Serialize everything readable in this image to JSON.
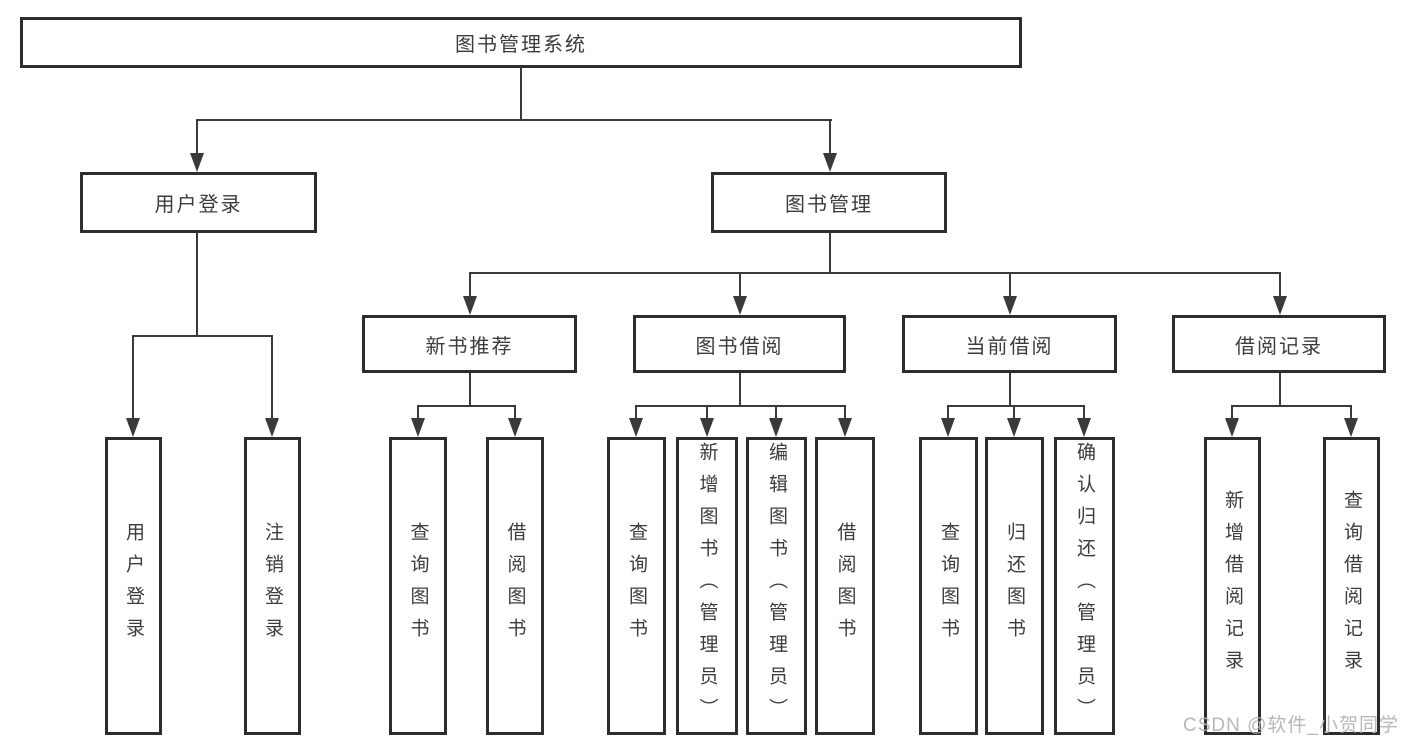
{
  "tree": {
    "label": "图书管理系统",
    "children": [
      {
        "label": "用户登录",
        "children": [
          {
            "label": "用户登录"
          },
          {
            "label": "注销登录"
          }
        ]
      },
      {
        "label": "图书管理",
        "children": [
          {
            "label": "新书推荐",
            "children": [
              {
                "label": "查询图书"
              },
              {
                "label": "借阅图书"
              }
            ]
          },
          {
            "label": "图书借阅",
            "children": [
              {
                "label": "查询图书"
              },
              {
                "label": "新增图书（管理员）"
              },
              {
                "label": "编辑图书（管理员）"
              },
              {
                "label": "借阅图书"
              }
            ]
          },
          {
            "label": "当前借阅",
            "children": [
              {
                "label": "查询图书"
              },
              {
                "label": "归还图书"
              },
              {
                "label": "确认归还（管理员）"
              }
            ]
          },
          {
            "label": "借阅记录",
            "children": [
              {
                "label": "新增借阅记录"
              },
              {
                "label": "查询借阅记录"
              }
            ]
          }
        ]
      }
    ]
  },
  "watermark": "CSDN @软件_小贺同学",
  "colors": {
    "line": "#3a3a3a",
    "border": "#2d2d2d",
    "text": "#3c3c3c",
    "watermark": "#b4b4b4"
  }
}
